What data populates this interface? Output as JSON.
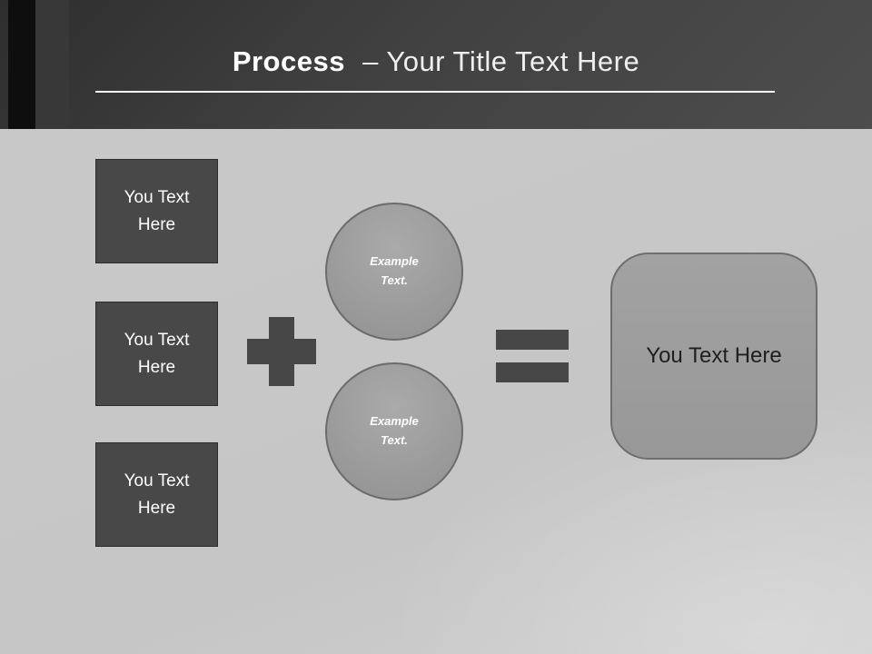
{
  "slide": {
    "title": {
      "bold": "Process",
      "rest": "– Your Title Text Here"
    },
    "left_boxes": [
      {
        "label": "You Text Here"
      },
      {
        "label": "You Text Here"
      },
      {
        "label": "You Text Here"
      }
    ],
    "circles": [
      {
        "label": "Example Text."
      },
      {
        "label": "Example Text."
      }
    ],
    "result": {
      "label": "You Text Here"
    },
    "operators": {
      "plus": "plus-sign",
      "equals": "equals-sign"
    },
    "colors": {
      "header_bg": "#3f3f3f",
      "accent_bar_dark": "#0e0e0e",
      "accent_bar_gray": "#383838",
      "body_bg": "#c8c8c8",
      "dark_shape": "#484848",
      "mid_shape": "#9b9b9b",
      "shape_border": "#6b6b6b",
      "title_text": "#f4f4f4",
      "underline": "#fafafa",
      "result_text": "#1f1f1f"
    }
  }
}
